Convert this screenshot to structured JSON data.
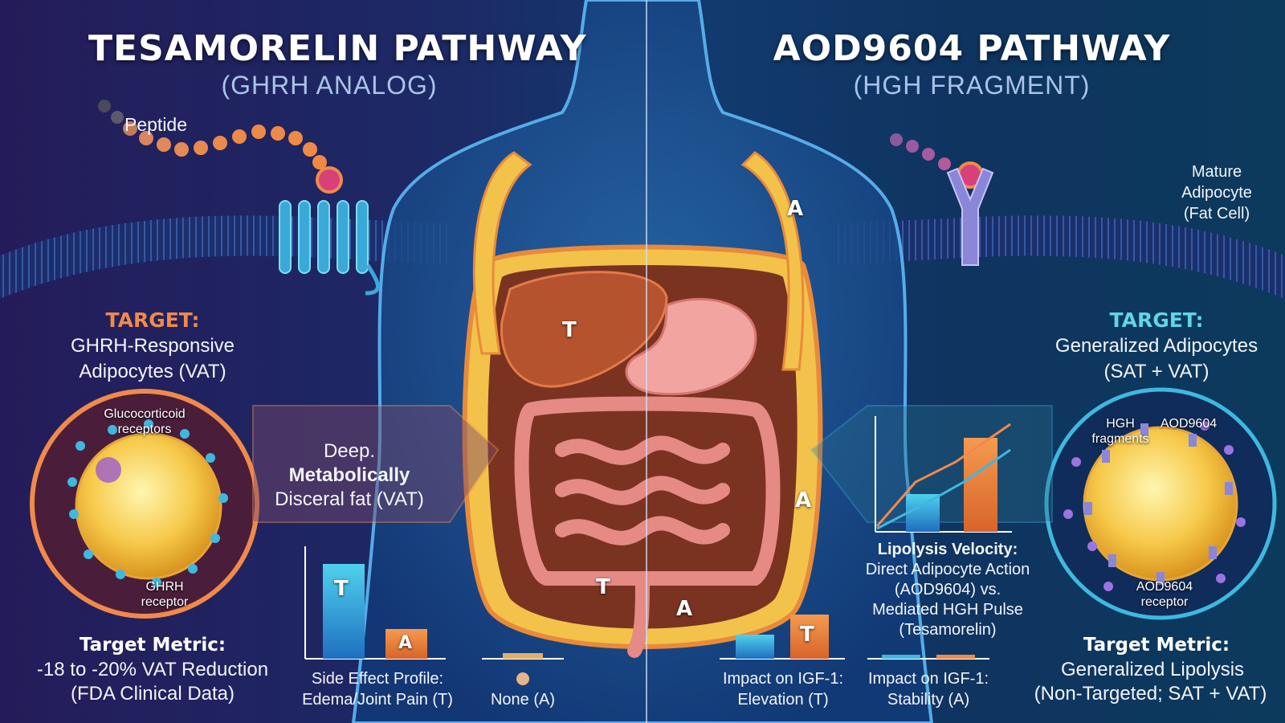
{
  "left": {
    "title": "TESAMORELIN PATHWAY",
    "subtitle": "(GHRH ANALOG)",
    "peptide_label": "Peptide",
    "target_heading": "TARGET:",
    "target_line1": "GHRH-Responsive",
    "target_line2": "Adipocytes (VAT)",
    "cell_receptor_top_1": "Glucocorticoid",
    "cell_receptor_top_2": "receptors",
    "cell_receptor_bottom_1": "GHRH",
    "cell_receptor_bottom_2": "receptor",
    "callout_1": "Deep.",
    "callout_2": "Metabolically",
    "callout_3": "Disceral fat (VAT)",
    "metric_heading": "Target Metric:",
    "metric_line1": "-18 to -20% VAT Reduction",
    "metric_line2": "(FDA Clinical Data)",
    "side_effect_line1": "Side Effect Profile:",
    "side_effect_line2": "Edema/Joint Pain (T)",
    "side_effect_none": "None (A)",
    "bar_t": "T",
    "bar_a": "A"
  },
  "right": {
    "title": "AOD9604 PATHWAY",
    "subtitle": "(HGH FRAGMENT)",
    "adipocyte_1": "Mature",
    "adipocyte_2": "Adipocyte",
    "adipocyte_3": "(Fat Cell)",
    "target_heading": "TARGET:",
    "target_line1": "Generalized Adipocytes",
    "target_line2": "(SAT + VAT)",
    "hgh_1": "HGH",
    "hgh_2": "fragments",
    "aod_label": "AOD9604",
    "receptor_1": "AOD9604",
    "receptor_2": "receptor",
    "lipo_heading": "Lipolysis Velocity:",
    "lipo_line1": "Direct Adipocyte Action",
    "lipo_line2": "(AOD9604) vs.",
    "lipo_line3": "Mediated HGH Pulse",
    "lipo_line4": "(Tesamorelin)",
    "metric_heading": "Target Metric:",
    "metric_line1": "Generalized Lipolysis",
    "metric_line2": "(Non-Targeted; SAT + VAT)",
    "igf_elev_1": "Impact on IGF-1:",
    "igf_elev_2": "Elevation (T)",
    "igf_stab_1": "Impact on IGF-1:",
    "igf_stab_2": "Stability (A)",
    "bar_t": "T"
  },
  "organ_letters": {
    "liver": "T",
    "lower_left": "T",
    "upper_right": "A",
    "mid_right": "A",
    "lower_right": "A"
  },
  "colors": {
    "orange": "#f08a4b",
    "teal": "#3fb8e0",
    "fat": "#f3c24a"
  }
}
